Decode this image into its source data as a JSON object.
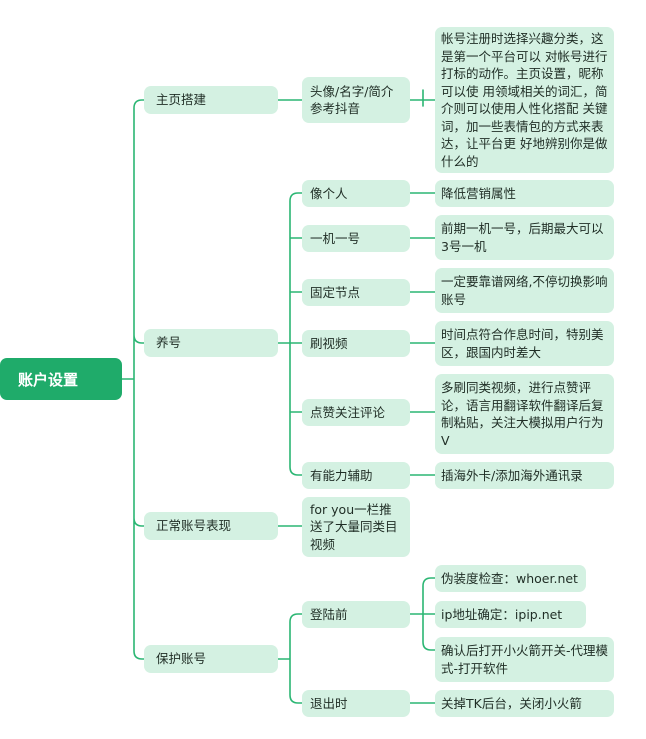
{
  "root": "账户设置",
  "branches": {
    "home": {
      "label": "主页搭建",
      "children": {
        "avatar": {
          "label": "头像/名字/简介参考抖音",
          "note": "帐号注册时选择兴趣分类，这是第一个平台可以 对帐号进行打标的动作。主页设置，昵称可以使 用领域相关的词汇，简介则可以使用人性化搭配 关键词，加一些表情包的方式来表达，让平台更 好地辨别你是做什么的"
        }
      }
    },
    "nurture": {
      "label": "养号",
      "children": {
        "person": {
          "label": "像个人",
          "note": "降低营销属性"
        },
        "device": {
          "label": "一机一号",
          "note": "前期一机一号，后期最大可以3号一机"
        },
        "node": {
          "label": "固定节点",
          "note": "一定要靠谱网络,不停切换影响账号"
        },
        "video": {
          "label": "刷视频",
          "note": "时间点符合作息时间，特别美区，跟国内时差大"
        },
        "like": {
          "label": "点赞关注评论",
          "note": "多刷同类视频，进行点赞评论，语言用翻译软件翻译后复制粘贴，关注大模拟用户行为V"
        },
        "ability": {
          "label": "有能力辅助",
          "note": "插海外卡/添加海外通讯录"
        }
      }
    },
    "normal": {
      "label": "正常账号表现",
      "children": {
        "foryou": {
          "label": "for you一栏推送了大量同类目视频"
        }
      }
    },
    "protect": {
      "label": "保护账号",
      "children": {
        "before": {
          "label": "登陆前",
          "notes": [
            "伪装度检查：whoer.net",
            "ip地址确定：ipip.net",
            "确认后打开小火箭开关-代理模式-打开软件"
          ]
        },
        "exit": {
          "label": "退出时",
          "note": "关掉TK后台，关闭小火箭"
        }
      }
    }
  },
  "colors": {
    "root": "#1fab6a",
    "node": "#d4f1e2",
    "line": "#2bb673"
  }
}
